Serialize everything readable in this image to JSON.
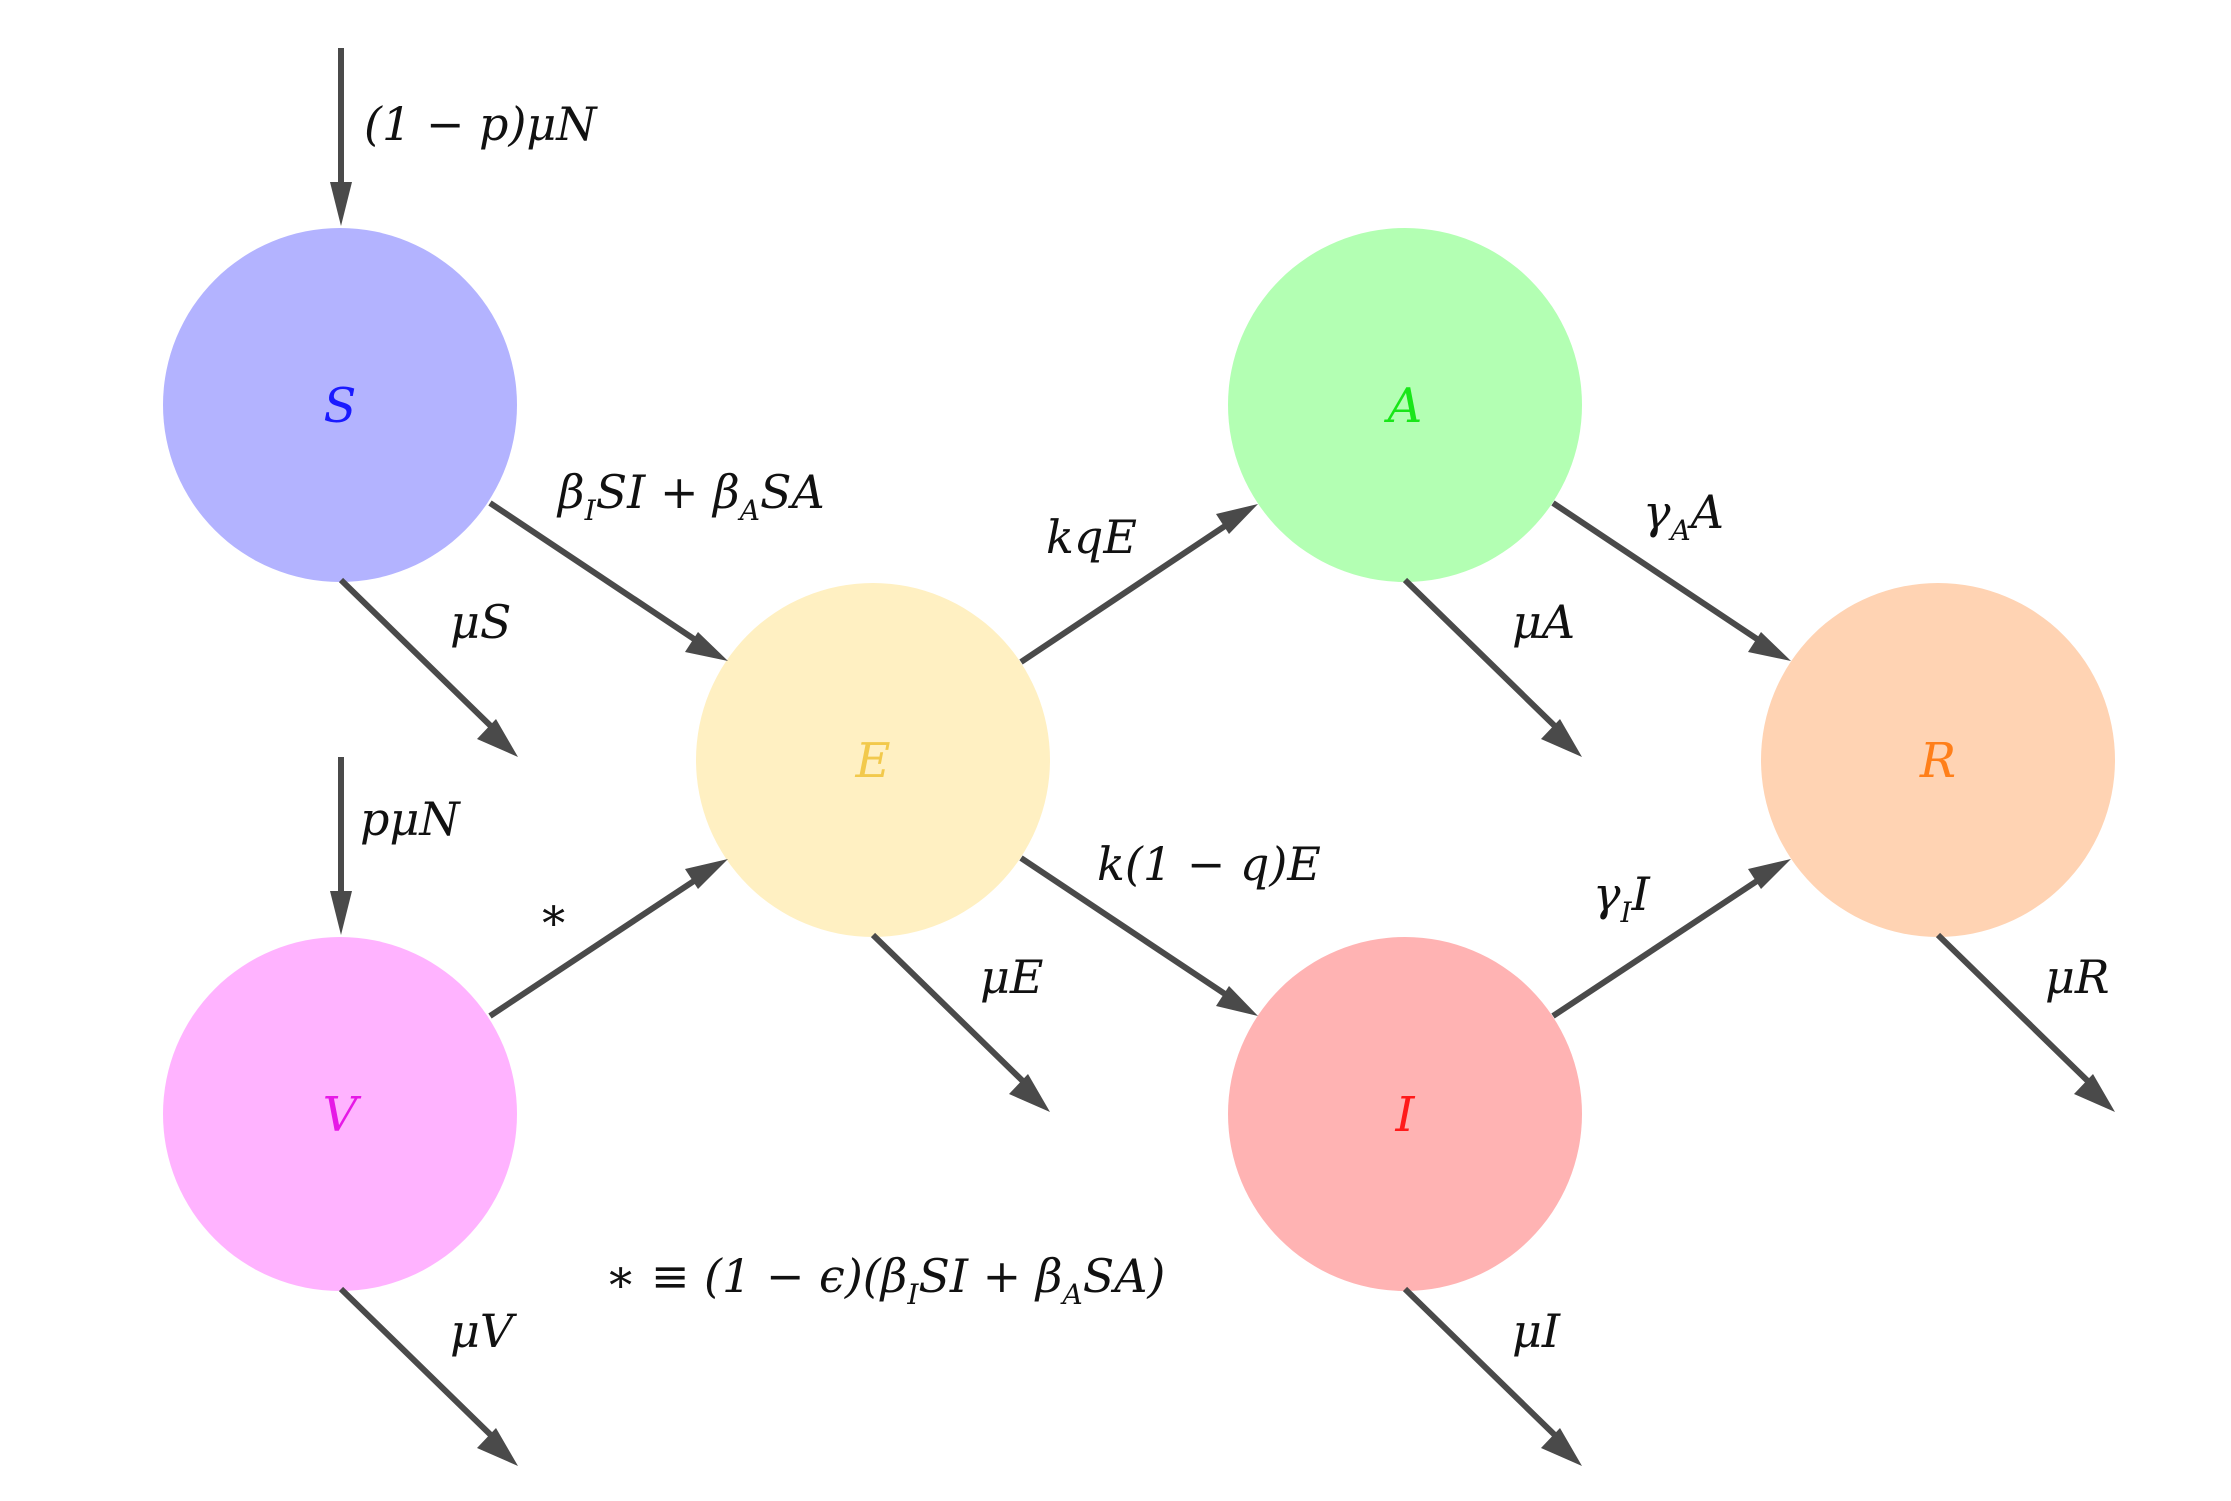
{
  "nodes": {
    "S": {
      "label": "S",
      "fill": "#b3b3ff",
      "text_color": "#1a1aff"
    },
    "V": {
      "label": "V",
      "fill": "#ffb3ff",
      "text_color": "#e619e6"
    },
    "E": {
      "label": "E",
      "fill": "#fff0c2",
      "text_color": "#f2c94c"
    },
    "A": {
      "label": "A",
      "fill": "#b3ffb3",
      "text_color": "#19e619"
    },
    "I": {
      "label": "I",
      "fill": "#ffb3b3",
      "text_color": "#ff1a1a"
    },
    "R": {
      "label": "R",
      "fill": "#ffd3b3",
      "text_color": "#ff7f1a"
    }
  },
  "edges": {
    "birth_S": "(1 − p)μN",
    "birth_V_p": "pμN",
    "death_S": "μS",
    "death_V": "μV",
    "death_E": "μE",
    "death_A": "μA",
    "death_I": "μI",
    "death_R": "μR",
    "S_to_E": {
      "beta": "β",
      "sub_I": "I",
      "mid": "SI + ",
      "beta2": "β",
      "sub_A": "A",
      "end": "SA"
    },
    "V_to_E": "∗",
    "E_to_A": "kqE",
    "E_to_I": "k(1 − q)E",
    "A_to_R": {
      "gamma": "γ",
      "sub": "A",
      "end": "A"
    },
    "I_to_R": {
      "gamma": "γ",
      "sub": "I",
      "end": "I"
    }
  },
  "footnote": {
    "lead": "∗ ≡ (1 − ϵ)(",
    "beta": "β",
    "sub_I": "I",
    "mid": "SI + ",
    "beta2": "β",
    "sub_A": "A",
    "end": "SA)"
  },
  "colors": {
    "arrow": "#4a4a4a"
  }
}
